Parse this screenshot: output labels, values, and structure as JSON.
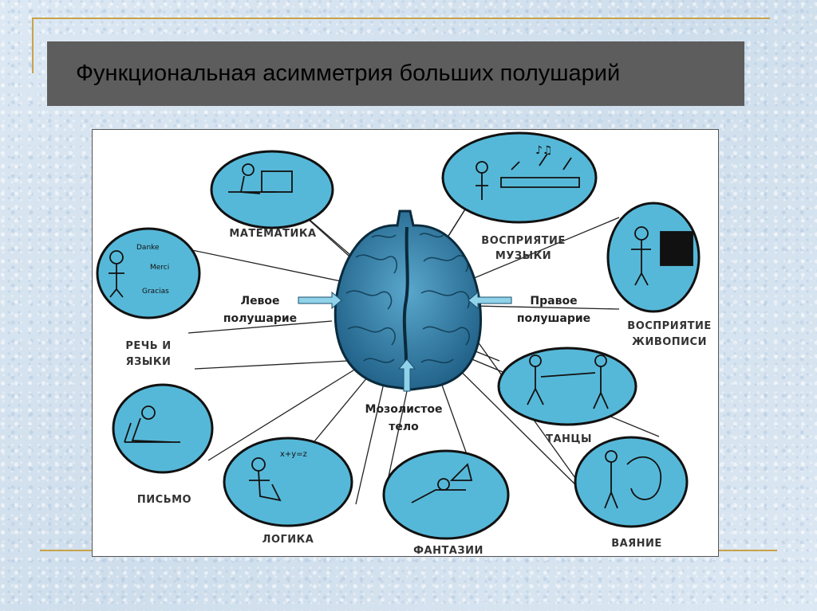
{
  "slide": {
    "title": "Функциональная асимметрия больших полушарий"
  },
  "diagram": {
    "center_labels": {
      "left_hemisphere": [
        "Левое",
        "полушарие"
      ],
      "right_hemisphere": [
        "Правое",
        "полушарие"
      ],
      "corpus_callosum": [
        "Мозолистое",
        "тело"
      ]
    },
    "functions": {
      "math": "МАТЕМАТИКА",
      "speech": [
        "РЕЧЬ И",
        "ЯЗЫКИ"
      ],
      "writing": "ПИСЬМО",
      "logic": "ЛОГИКА",
      "fantasy": "ФАНТАЗИИ",
      "music": [
        "ВОСПРИЯТИЕ",
        "МУЗЫКИ"
      ],
      "painting": [
        "ВОСПРИЯТИЕ",
        "ЖИВОПИСИ"
      ],
      "dance": "ТАНЦЫ",
      "sculpture": "ВАЯНИЕ"
    },
    "bubble_text": {
      "speech": [
        "Danke",
        "Merci",
        "Gracias"
      ],
      "logic": "x+y=z",
      "music": "♪♫"
    },
    "colors": {
      "bubble_fill": "#56b8d8",
      "brain_fill": "#2e7ea8",
      "outline": "#111111",
      "title_bar": "#5d5d5d",
      "accent_line": "#c9a24a"
    }
  }
}
